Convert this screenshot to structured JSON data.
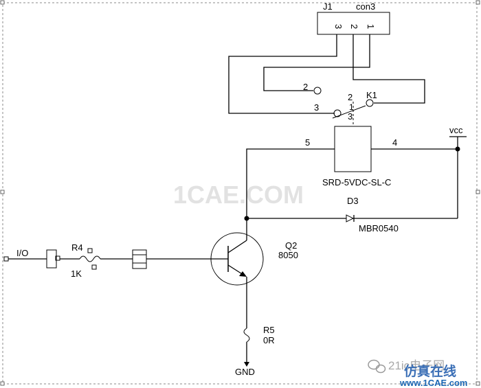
{
  "connector": {
    "ref": "J1",
    "name": "con3",
    "pins": [
      "3",
      "2",
      "1"
    ]
  },
  "relay": {
    "ref": "K1",
    "part": "SRD-5VDC-SL-C",
    "switch_pins": [
      "2",
      "1",
      "3"
    ],
    "left_contact_labels": [
      "2",
      "3"
    ],
    "coil_pins": [
      "5",
      "4"
    ]
  },
  "power": {
    "label": "vcc"
  },
  "diode": {
    "ref": "D3",
    "part": "MBR0540"
  },
  "input": {
    "label": "I/O"
  },
  "resistor_in": {
    "ref": "R4",
    "value": "1K"
  },
  "transistor": {
    "ref": "Q2",
    "part": "8050"
  },
  "resistor_em": {
    "ref": "R5",
    "value": "0R"
  },
  "ground": {
    "label": "GND"
  },
  "watermark": {
    "text": "1CAE.COM"
  },
  "branding": {
    "wechat": "21ic电子网",
    "site_cn": "仿真在线",
    "site_url": "www.1CAE.com"
  },
  "colors": {
    "wire": "#000000",
    "watermark": "#e2e2e2",
    "brand_cn": "#3b6fb6",
    "brand_url": "#1b66b3"
  }
}
